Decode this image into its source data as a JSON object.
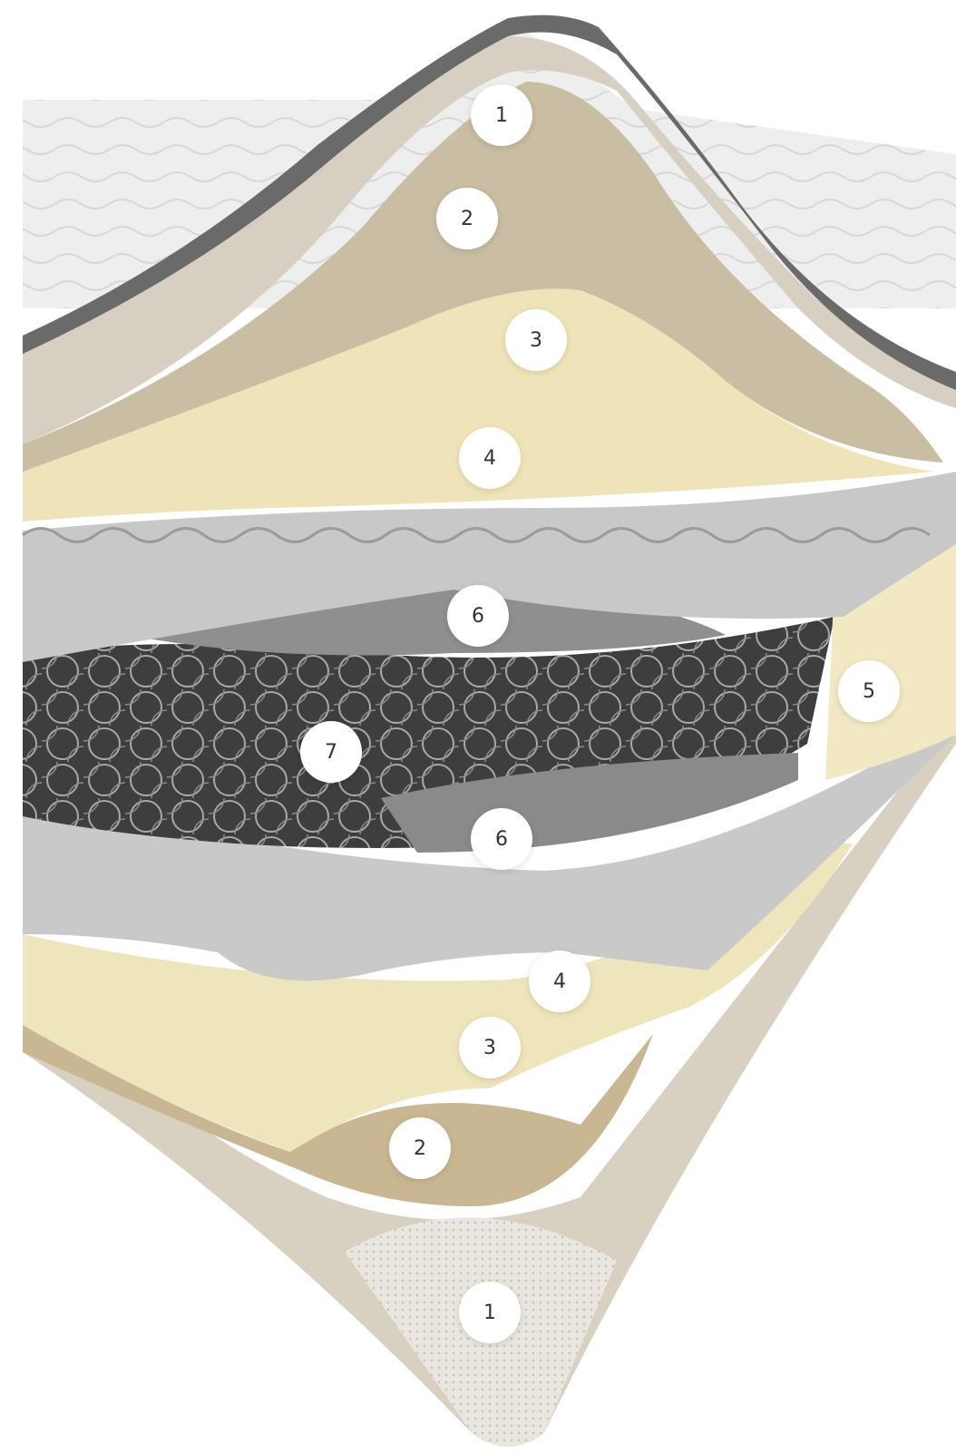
{
  "image": {
    "subject": "mattress-layers-cutaway",
    "colors": {
      "background": "#ffffff",
      "quilted_cover": "#ececec",
      "outer_cover_edge": "#6a6a6a",
      "cover_fabric": "#cfc7b9",
      "natural_fibre": "#c8bea8",
      "memory_foam": "#efe6c2",
      "convoluted_foam": "#bdbdbd",
      "spring_unit": "#4a4a4a",
      "felt_pad": "#8d8d8d",
      "edge_foam": "#f3eac8",
      "badge_fill": "#ffffff",
      "badge_text": "#333333"
    }
  },
  "markers": [
    {
      "id": "marker-1-top",
      "label": "1"
    },
    {
      "id": "marker-2-top",
      "label": "2"
    },
    {
      "id": "marker-3-top",
      "label": "3"
    },
    {
      "id": "marker-4-top",
      "label": "4"
    },
    {
      "id": "marker-6-top",
      "label": "6"
    },
    {
      "id": "marker-5",
      "label": "5"
    },
    {
      "id": "marker-7",
      "label": "7"
    },
    {
      "id": "marker-6-bottom",
      "label": "6"
    },
    {
      "id": "marker-4-bottom",
      "label": "4"
    },
    {
      "id": "marker-3-bottom",
      "label": "3"
    },
    {
      "id": "marker-2-bottom",
      "label": "2"
    },
    {
      "id": "marker-1-bottom",
      "label": "1"
    }
  ]
}
